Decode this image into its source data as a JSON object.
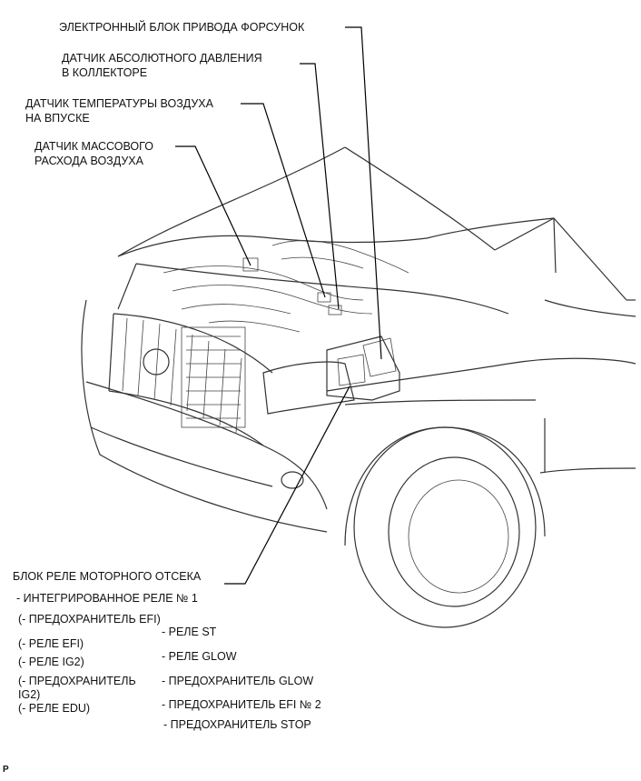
{
  "callouts": {
    "injector_driver": "ЭЛЕКТРОННЫЙ БЛОК ПРИВОДА ФОРСУНОК",
    "map_sensor_line1": "ДАТЧИК АБСОЛЮТНОГО ДАВЛЕНИЯ",
    "map_sensor_line2": "В КОЛЛЕКТОРЕ",
    "iat_sensor_line1": "ДАТЧИК ТЕМПЕРАТУРЫ ВОЗДУХА",
    "iat_sensor_line2": "НА ВПУСКЕ",
    "maf_sensor_line1": "ДАТЧИК МАССОВОГО",
    "maf_sensor_line2": "РАСХОДА ВОЗДУХА",
    "relay_block": "БЛОК РЕЛЕ МОТОРНОГО ОТСЕКА"
  },
  "relay_block_items": {
    "left": [
      "- ИНТЕГРИРОВАННОЕ РЕЛЕ № 1",
      "(- ПРЕДОХРАНИТЕЛЬ EFI)",
      "(- РЕЛЕ EFI)",
      "(- РЕЛЕ IG2)",
      "(- ПРЕДОХРАНИТЕЛЬ",
      "IG2)",
      "(- РЕЛЕ EDU)"
    ],
    "right": [
      "- РЕЛЕ ST",
      "- РЕЛЕ GLOW",
      "- ПРЕДОХРАНИТЕЛЬ GLOW",
      "- ПРЕДОХРАНИТЕЛЬ EFI № 2",
      "- ПРЕДОХРАНИТЕЛЬ STOP"
    ]
  },
  "corner_mark": "P"
}
